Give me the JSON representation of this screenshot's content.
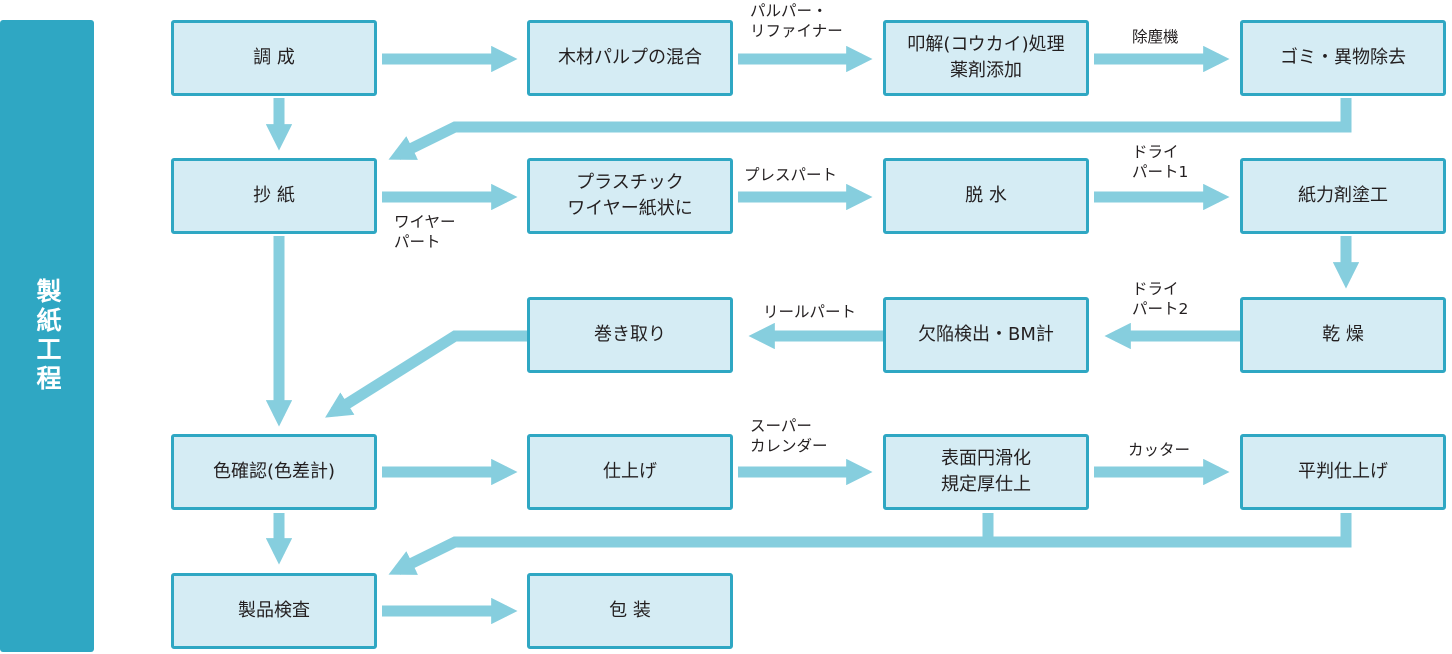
{
  "sidebar": {
    "title": "製紙工程"
  },
  "colors": {
    "accent": "#2fa7c3",
    "box_fill": "#d5ecf4",
    "arrow": "#86cede"
  },
  "steps": {
    "r1": [
      "調 成",
      "木材パルプの混合",
      "叩解(コウカイ)処理\n薬剤添加",
      "ゴミ・異物除去"
    ],
    "r2": [
      "抄 紙",
      "プラスチック\nワイヤー紙状に",
      "脱 水",
      "紙力剤塗工"
    ],
    "r3": [
      "巻き取り",
      "欠陥検出・BM計",
      "乾 燥"
    ],
    "r4": [
      "色確認(色差計)",
      "仕上げ",
      "表面円滑化\n規定厚仕上",
      "平判仕上げ"
    ],
    "r5": [
      "製品検査",
      "包 装"
    ]
  },
  "labels": {
    "pulper_refiner": "パルパー・\nリファイナー",
    "dust_remover": "除塵機",
    "wire_part": "ワイヤー\nパート",
    "press_part": "プレスパート",
    "dry_part_1": "ドライ\nパート1",
    "dry_part_2": "ドライ\nパート2",
    "reel_part": "リールパート",
    "super_calender": "スーパー\nカレンダー",
    "cutter": "カッター"
  }
}
